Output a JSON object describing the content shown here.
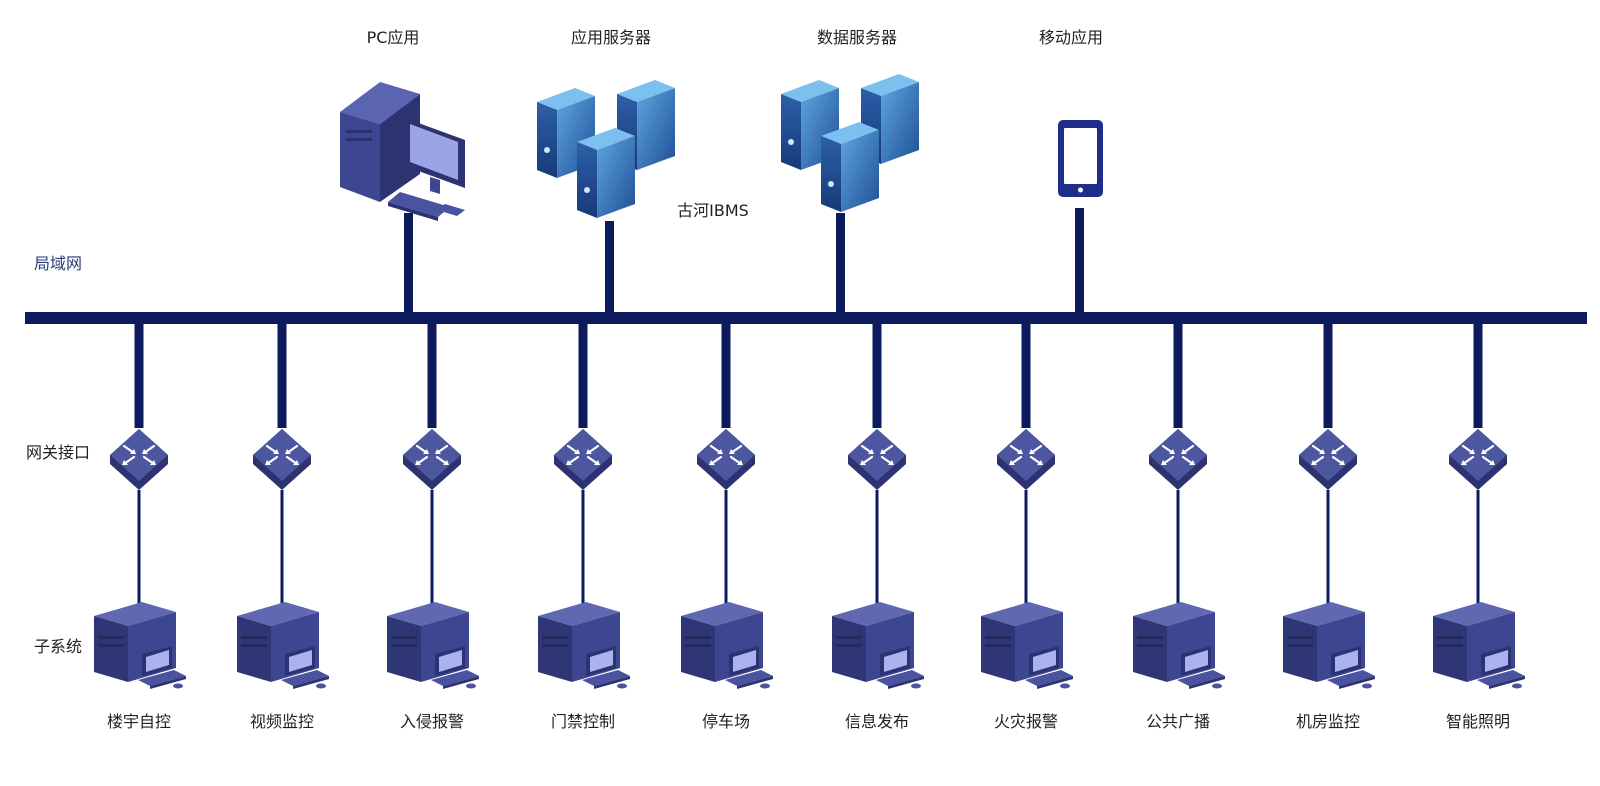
{
  "top_nodes": [
    {
      "label": "PC应用",
      "icon": "pc-workstation-icon"
    },
    {
      "label": "应用服务器",
      "icon": "server-cluster-icon"
    },
    {
      "label": "数据服务器",
      "icon": "server-cluster-icon"
    },
    {
      "label": "移动应用",
      "icon": "mobile-phone-icon"
    }
  ],
  "platform_label": "古河IBMS",
  "row_labels": {
    "lan": "局域网",
    "gateway": "网关接口",
    "subsystem": "子系统"
  },
  "subsystems": [
    {
      "label": "楼宇自控"
    },
    {
      "label": "视频监控"
    },
    {
      "label": "入侵报警"
    },
    {
      "label": "门禁控制"
    },
    {
      "label": "停车场"
    },
    {
      "label": "信息发布"
    },
    {
      "label": "火灾报警"
    },
    {
      "label": "公共广播"
    },
    {
      "label": "机房监控"
    },
    {
      "label": "智能照明"
    }
  ],
  "colors": {
    "bus": "#0d1a5c",
    "device_dark": "#2c3370",
    "device_mid": "#3d4691",
    "device_light": "#5a64b0",
    "server_blue": "#3a78bf",
    "lan_text": "#2a3a78"
  }
}
